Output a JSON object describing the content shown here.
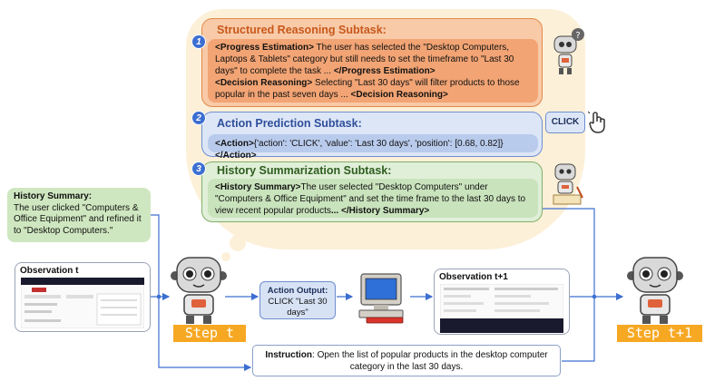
{
  "subtask1": {
    "number": "1",
    "title": "Structured Reasoning Subtask:",
    "progress_open": "<Progress Estimation>",
    "progress_text": " The user has selected the \"Desktop Computers, Laptops & Tablets\" category but still needs to set the timeframe to \"Last 30 days\" to complete the task ... ",
    "progress_close": "</Progress Estimation>",
    "decision_open": "<Decision Reasoning>",
    "decision_text": " Selecting \"Last 30 days\" will filter products to those popular in the past seven days ... ",
    "decision_close": "<Decision Reasoning>"
  },
  "subtask2": {
    "number": "2",
    "title": "Action Prediction Subtask:",
    "action_open": "<Action>",
    "action_text": "{'action': 'CLICK', 'value': 'Last 30 days', 'position': [0.68, 0.82]}",
    "action_close": " </Action>"
  },
  "subtask3": {
    "number": "3",
    "title": "History Summarization Subtask:",
    "history_open": "<History Summary>",
    "history_text": "The user selected \"Desktop Computers\" under \"Computers & Office Equipment\" and set the time frame to the last 30 days to view recent popular products",
    "history_close": "... </History Summary>"
  },
  "click_label": "CLICK",
  "history_summary": {
    "title": "History Summary:",
    "text": "The user clicked \"Computers & Office Equipment\" and refined it to \"Desktop Computers.\""
  },
  "observation_t": "Observation t",
  "observation_t1": "Observation t+1",
  "step_t": "Step t",
  "step_t1": "Step t+1",
  "action_output": {
    "title": "Action Output:",
    "text": "CLICK \"Last 30 days\""
  },
  "instruction": {
    "label": "Instruction",
    "text": ": Open the list of popular products in the desktop computer category in the last 30 days."
  },
  "icons": [
    "robot-icon",
    "computer-icon",
    "hand-pointer-icon",
    "question-bubble-icon",
    "writing-robot-icon"
  ],
  "colors": {
    "reasoning": "#f8caa8",
    "prediction": "#dde6f7",
    "summarization": "#e0efd8",
    "step_badge": "#f7a823",
    "connector": "#3d6fd1"
  }
}
